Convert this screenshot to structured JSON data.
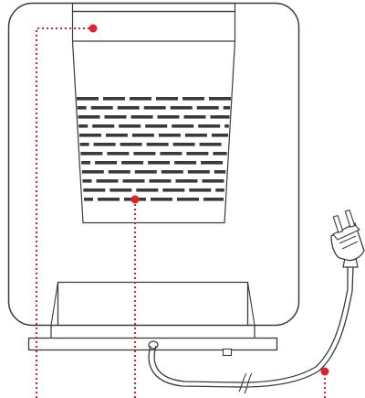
{
  "diagram": {
    "subject": "heater-rear-view",
    "colors": {
      "outline": "#3a3a3a",
      "vent": "#3a3a3a",
      "callout": "#e0202a",
      "background": "#ffffff"
    },
    "vent_rows": 12,
    "callouts": [
      {
        "name": "callout-top-panel"
      },
      {
        "name": "callout-vent-grille"
      },
      {
        "name": "callout-power-cord"
      }
    ]
  }
}
